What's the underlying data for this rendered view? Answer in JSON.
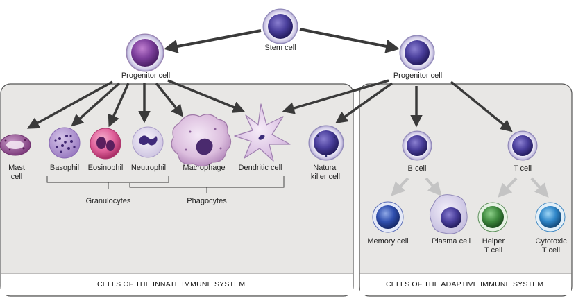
{
  "labels": {
    "stem_cell": "Stem cell",
    "progenitor_left": "Progenitor cell",
    "progenitor_right": "Progenitor cell",
    "mast_cell_1": "Mast",
    "mast_cell_2": "cell",
    "basophil": "Basophil",
    "eosinophil": "Eosinophil",
    "neutrophil": "Neutrophil",
    "macrophage": "Macrophage",
    "dendritic_cell": "Dendritic cell",
    "natural_killer_1": "Natural",
    "natural_killer_2": "killer cell",
    "b_cell": "B cell",
    "t_cell": "T cell",
    "memory_cell": "Memory cell",
    "plasma_cell": "Plasma cell",
    "helper_t_1": "Helper",
    "helper_t_2": "T cell",
    "cytotoxic_t_1": "Cytotoxic",
    "cytotoxic_t_2": "T cell",
    "granulocytes": "Granulocytes",
    "phagocytes": "Phagocytes"
  },
  "captions": {
    "innate": "CELLS OF THE INNATE IMMUNE SYSTEM",
    "adaptive": "CELLS OF THE ADAPTIVE IMMUNE SYSTEM"
  },
  "colors": {
    "panel_fill": "#e9e8e6",
    "panel_border": "#555555",
    "arrow_dark": "#3a3a3a",
    "arrow_light": "#c9c9c9",
    "lymphocyte_nucleus": "#4a3f9c",
    "helper_t_nucleus": "#3f8a3f",
    "cytotoxic_t_nucleus": "#2f86c8",
    "mast_cell_fill": "#a04f9f",
    "eosinophil_fill": "#d8609a",
    "macrophage_fill": "#d6b6d8"
  },
  "icons": {
    "stem_cell": "round-cell-icon",
    "progenitor": "round-cell-icon",
    "mast": "mast-cell-icon",
    "basophil": "basophil-icon",
    "eosinophil": "eosinophil-icon",
    "neutrophil": "neutrophil-icon",
    "macrophage": "macrophage-icon",
    "dendritic": "dendritic-cell-icon",
    "natural_killer": "nk-cell-icon",
    "lymphocyte": "lymphocyte-icon",
    "plasma": "plasma-cell-icon"
  }
}
